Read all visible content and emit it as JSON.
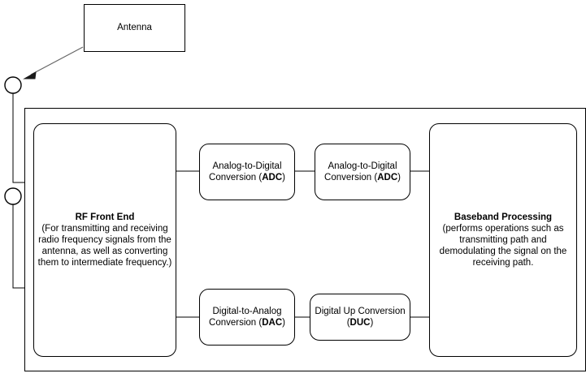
{
  "diagram": {
    "title_node": {
      "label": "Antenna"
    },
    "nodes": {
      "rf_front_end": {
        "title": "RF Front End",
        "line1": "(For transmitting and receiving",
        "line2": "radio frequency signals from the",
        "line3": "antenna, as well as converting",
        "line4": "them to intermediate frequency.)"
      },
      "adc_1": {
        "line1": "Analog-to-Digital",
        "line2": "Conversion (ADC)",
        "abbr": "ADC"
      },
      "adc_2": {
        "line1": "Analog-to-Digital",
        "line2": "Conversion (ADC)",
        "abbr": "ADC"
      },
      "dac": {
        "line1": "Digital-to-Analog",
        "line2": "Conversion (DAC)",
        "abbr": "DAC"
      },
      "duc": {
        "line1": "Digital Up Conversion",
        "line2": "(DUC)",
        "abbr": "DUC"
      },
      "baseband": {
        "title": "Baseband Processing",
        "line1": "(performs operations such as",
        "line2": "transmitting path and",
        "line3": "demodulating the signal on the",
        "line4": "receiving path."
      }
    },
    "ports": [
      {
        "name": "antenna-port-upper"
      },
      {
        "name": "antenna-port-lower"
      }
    ],
    "colors": {
      "stroke": "#000000",
      "arrow": "#666666",
      "background": "#ffffff"
    }
  }
}
